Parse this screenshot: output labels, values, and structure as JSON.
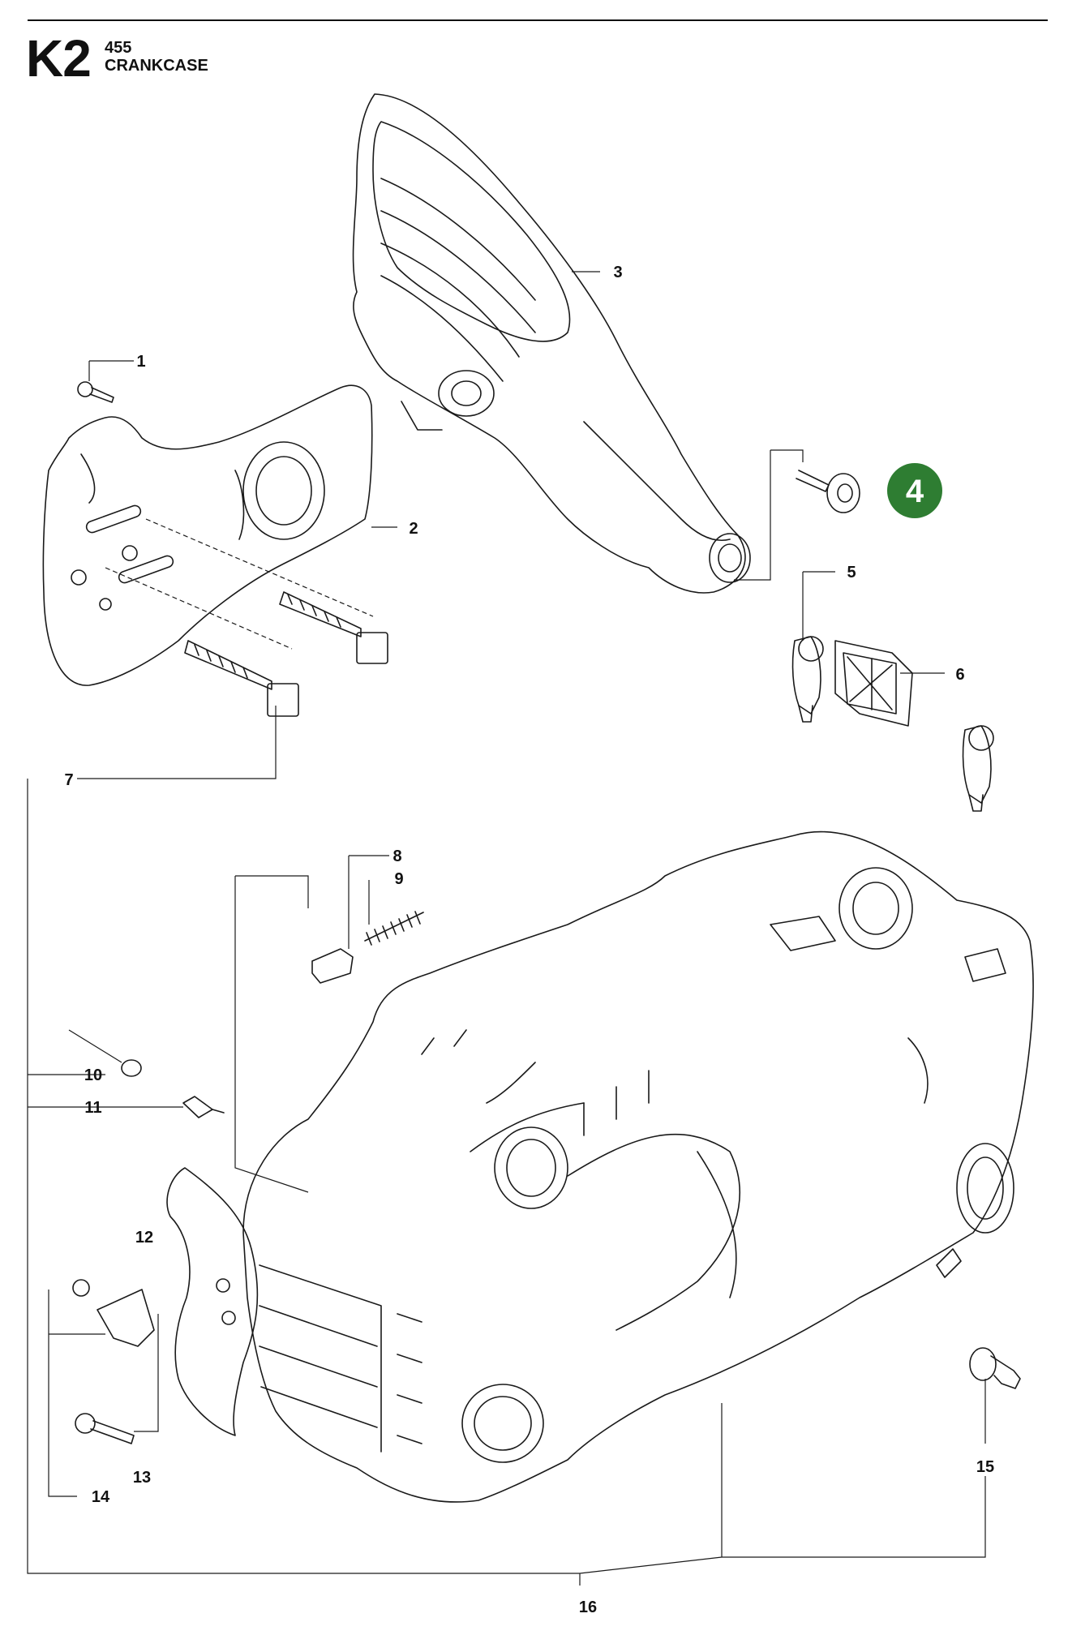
{
  "header": {
    "code": "K2",
    "model": "455",
    "title": "CRANKCASE"
  },
  "callouts": [
    "1",
    "2",
    "3",
    "4",
    "5",
    "6",
    "7",
    "8",
    "9",
    "10",
    "11",
    "12",
    "13",
    "14",
    "15",
    "16"
  ],
  "highlight": {
    "number": "4",
    "color": "#2e7d32"
  }
}
